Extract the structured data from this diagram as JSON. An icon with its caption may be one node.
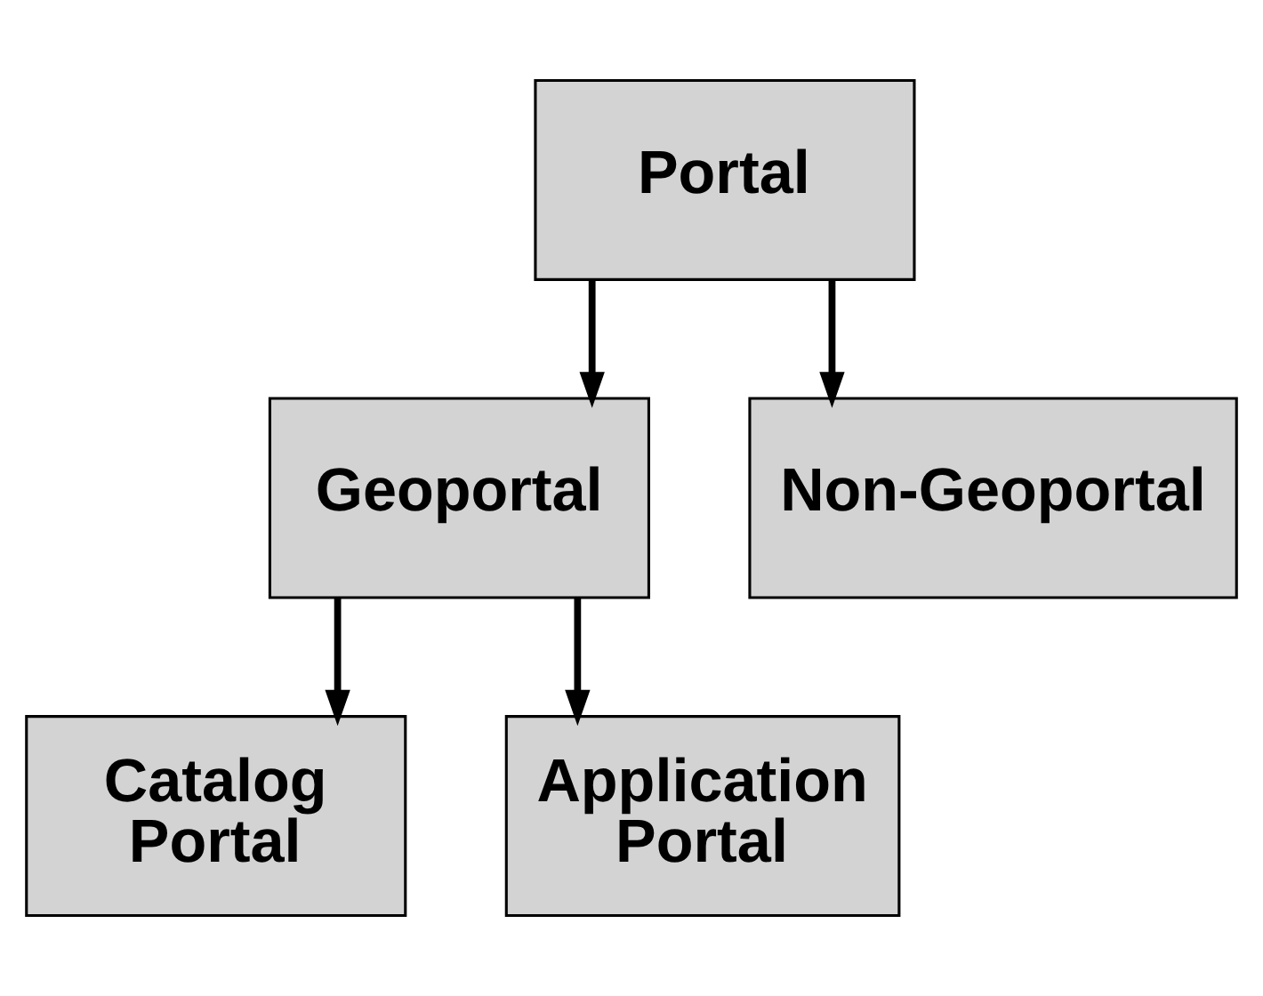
{
  "diagram": {
    "nodes": [
      {
        "text": [
          "Portal"
        ]
      },
      {
        "text": [
          "Geoportal"
        ]
      },
      {
        "text": [
          "Non-Geoportal"
        ]
      },
      {
        "text": [
          "Catalog Portal"
        ]
      },
      {
        "text": [
          "Application Portal"
        ]
      }
    ],
    "edges": [
      {
        "from": 0,
        "to": 1,
        "arrow": "to"
      },
      {
        "from": 0,
        "to": 2,
        "arrow": "to"
      },
      {
        "from": 1,
        "to": 3,
        "arrow": "to"
      },
      {
        "from": 1,
        "to": 4,
        "arrow": "to"
      }
    ]
  }
}
